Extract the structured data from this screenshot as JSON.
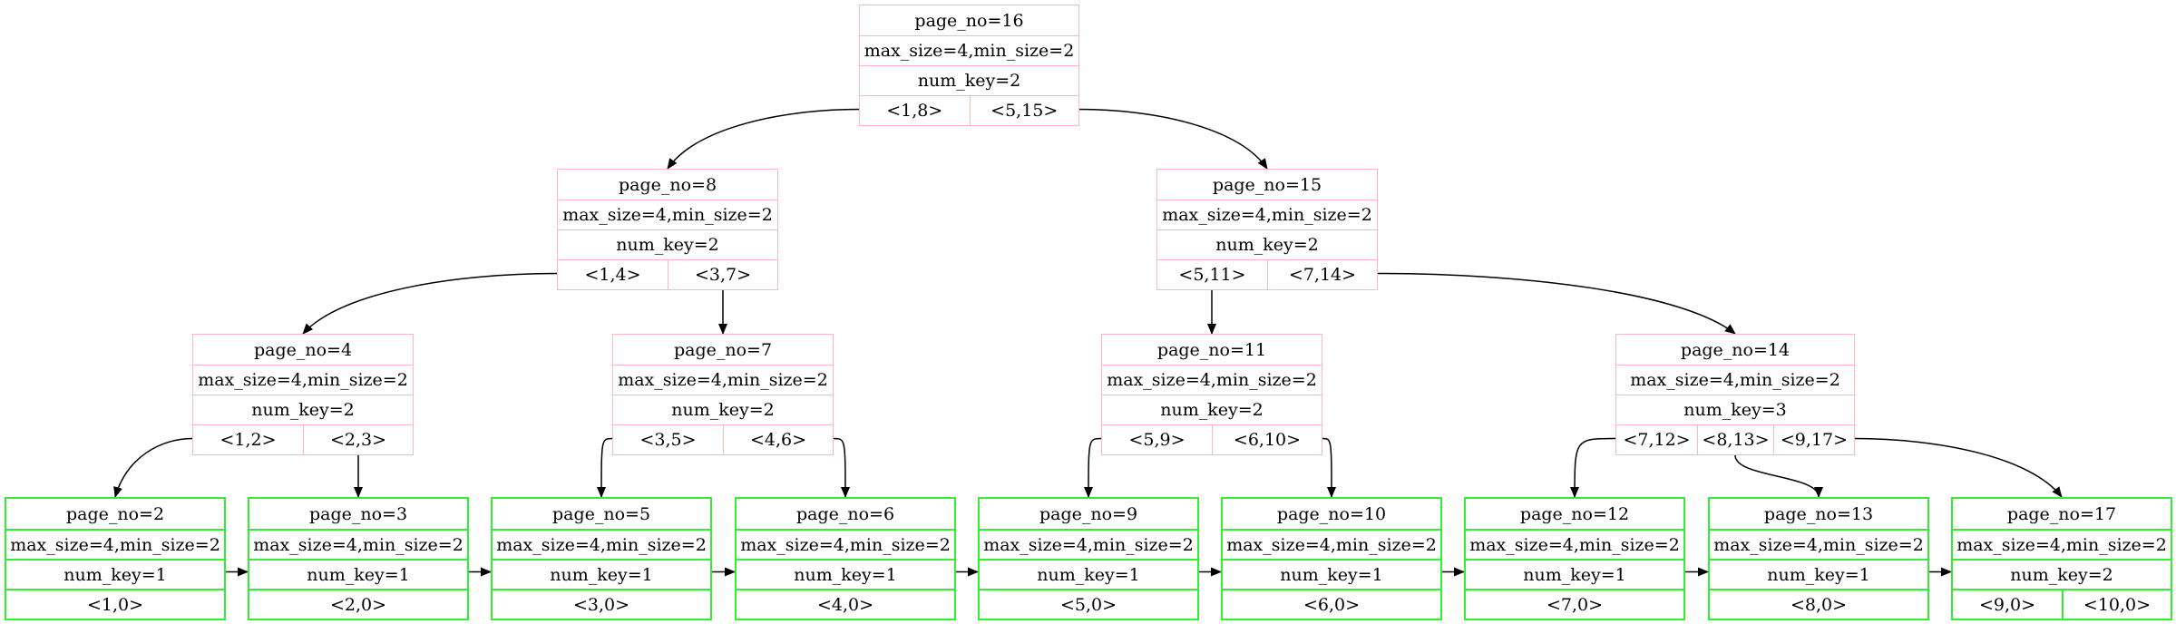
{
  "nodes": [
    {
      "id": "n16",
      "type": "internal",
      "page": "page_no=16",
      "size": "max_size=4,min_size=2",
      "num": "num_key=2",
      "keys": [
        "<1,8>",
        "<5,15>"
      ]
    },
    {
      "id": "n8",
      "type": "internal",
      "page": "page_no=8",
      "size": "max_size=4,min_size=2",
      "num": "num_key=2",
      "keys": [
        "<1,4>",
        "<3,7>"
      ]
    },
    {
      "id": "n15",
      "type": "internal",
      "page": "page_no=15",
      "size": "max_size=4,min_size=2",
      "num": "num_key=2",
      "keys": [
        "<5,11>",
        "<7,14>"
      ]
    },
    {
      "id": "n4",
      "type": "internal",
      "page": "page_no=4",
      "size": "max_size=4,min_size=2",
      "num": "num_key=2",
      "keys": [
        "<1,2>",
        "<2,3>"
      ]
    },
    {
      "id": "n7",
      "type": "internal",
      "page": "page_no=7",
      "size": "max_size=4,min_size=2",
      "num": "num_key=2",
      "keys": [
        "<3,5>",
        "<4,6>"
      ]
    },
    {
      "id": "n11",
      "type": "internal",
      "page": "page_no=11",
      "size": "max_size=4,min_size=2",
      "num": "num_key=2",
      "keys": [
        "<5,9>",
        "<6,10>"
      ]
    },
    {
      "id": "n14",
      "type": "internal",
      "page": "page_no=14",
      "size": "max_size=4,min_size=2",
      "num": "num_key=3",
      "keys": [
        "<7,12>",
        "<8,13>",
        "<9,17>"
      ]
    },
    {
      "id": "n2",
      "type": "leaf",
      "page": "page_no=2",
      "size": "max_size=4,min_size=2",
      "num": "num_key=1",
      "keys": [
        "<1,0>"
      ]
    },
    {
      "id": "n3",
      "type": "leaf",
      "page": "page_no=3",
      "size": "max_size=4,min_size=2",
      "num": "num_key=1",
      "keys": [
        "<2,0>"
      ]
    },
    {
      "id": "n5",
      "type": "leaf",
      "page": "page_no=5",
      "size": "max_size=4,min_size=2",
      "num": "num_key=1",
      "keys": [
        "<3,0>"
      ]
    },
    {
      "id": "n6",
      "type": "leaf",
      "page": "page_no=6",
      "size": "max_size=4,min_size=2",
      "num": "num_key=1",
      "keys": [
        "<4,0>"
      ]
    },
    {
      "id": "n9",
      "type": "leaf",
      "page": "page_no=9",
      "size": "max_size=4,min_size=2",
      "num": "num_key=1",
      "keys": [
        "<5,0>"
      ]
    },
    {
      "id": "n10",
      "type": "leaf",
      "page": "page_no=10",
      "size": "max_size=4,min_size=2",
      "num": "num_key=1",
      "keys": [
        "<6,0>"
      ]
    },
    {
      "id": "n12",
      "type": "leaf",
      "page": "page_no=12",
      "size": "max_size=4,min_size=2",
      "num": "num_key=1",
      "keys": [
        "<7,0>"
      ]
    },
    {
      "id": "n13",
      "type": "leaf",
      "page": "page_no=13",
      "size": "max_size=4,min_size=2",
      "num": "num_key=1",
      "keys": [
        "<8,0>"
      ]
    },
    {
      "id": "n17",
      "type": "leaf",
      "page": "page_no=17",
      "size": "max_size=4,min_size=2",
      "num": "num_key=2",
      "keys": [
        "<9,0>",
        "<10,0>"
      ]
    }
  ],
  "child_edges": [
    {
      "from": "n16",
      "key": 0,
      "to": "n8"
    },
    {
      "from": "n16",
      "key": 1,
      "to": "n15"
    },
    {
      "from": "n8",
      "key": 0,
      "to": "n4"
    },
    {
      "from": "n8",
      "key": 1,
      "to": "n7"
    },
    {
      "from": "n15",
      "key": 0,
      "to": "n11"
    },
    {
      "from": "n15",
      "key": 1,
      "to": "n14"
    },
    {
      "from": "n4",
      "key": 0,
      "to": "n2"
    },
    {
      "from": "n4",
      "key": 1,
      "to": "n3"
    },
    {
      "from": "n7",
      "key": 0,
      "to": "n5"
    },
    {
      "from": "n7",
      "key": 1,
      "to": "n6"
    },
    {
      "from": "n11",
      "key": 0,
      "to": "n9"
    },
    {
      "from": "n11",
      "key": 1,
      "to": "n10"
    },
    {
      "from": "n14",
      "key": 0,
      "to": "n12"
    },
    {
      "from": "n14",
      "key": 1,
      "to": "n13"
    },
    {
      "from": "n14",
      "key": 2,
      "to": "n17"
    }
  ],
  "leaf_chain": [
    "n2",
    "n3",
    "n5",
    "n6",
    "n9",
    "n10",
    "n12",
    "n13",
    "n17"
  ],
  "colors": {
    "internal_border": "#ffb6c1",
    "leaf_border": "#33ee33",
    "edge": "#000000"
  }
}
